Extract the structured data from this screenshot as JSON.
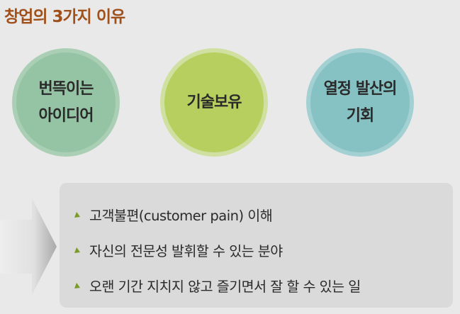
{
  "title": "창업의 3가지 이유",
  "circles": [
    {
      "line1": "번뜩이는",
      "line2": "아이디어",
      "color": "#95c4a4"
    },
    {
      "line1": "기술보유",
      "line2": "",
      "color": "#b6cf5f"
    },
    {
      "line1": "열정 발산의",
      "line2": "기회",
      "color": "#86c1c3"
    }
  ],
  "reasons": [
    "고객불편(customer pain) 이해",
    "자신의 전문성 발휘할 수 있는 분야",
    "오랜 기간 지치지 않고 즐기면서 잘 할 수 있는 일"
  ]
}
